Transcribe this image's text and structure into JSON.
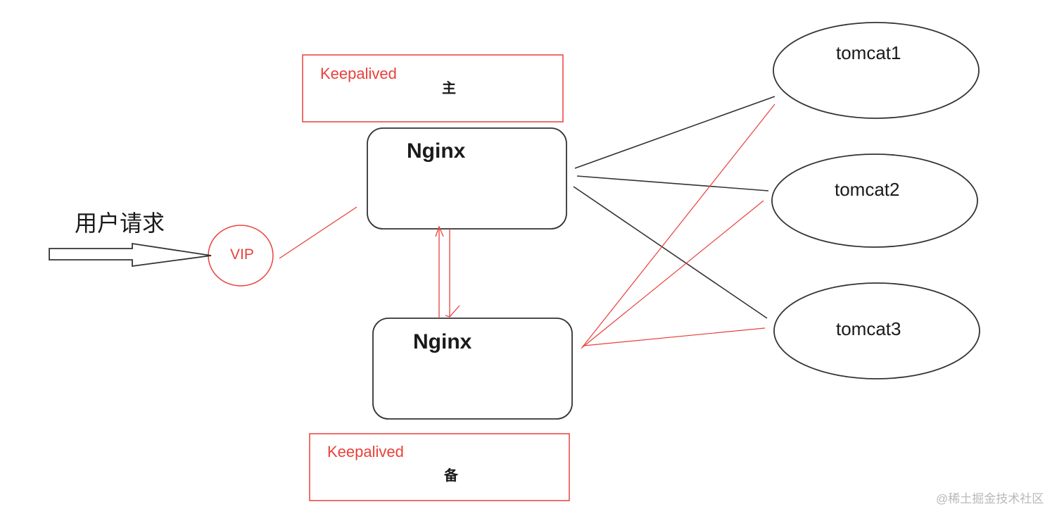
{
  "keepalived_master": {
    "title": "Keepalived",
    "role": "主"
  },
  "keepalived_backup": {
    "title": "Keepalived",
    "role": "备"
  },
  "nginx_master": {
    "label": "Nginx"
  },
  "nginx_backup": {
    "label": "Nginx"
  },
  "tomcats": [
    {
      "label": "tomcat1"
    },
    {
      "label": "tomcat2"
    },
    {
      "label": "tomcat3"
    }
  ],
  "user_request": {
    "label": "用户请求"
  },
  "vip": {
    "label": "VIP"
  },
  "watermark": {
    "text": "@稀土掘金技术社区"
  },
  "colors": {
    "accent_red": "#e8413c",
    "stroke_dark": "#333333"
  }
}
